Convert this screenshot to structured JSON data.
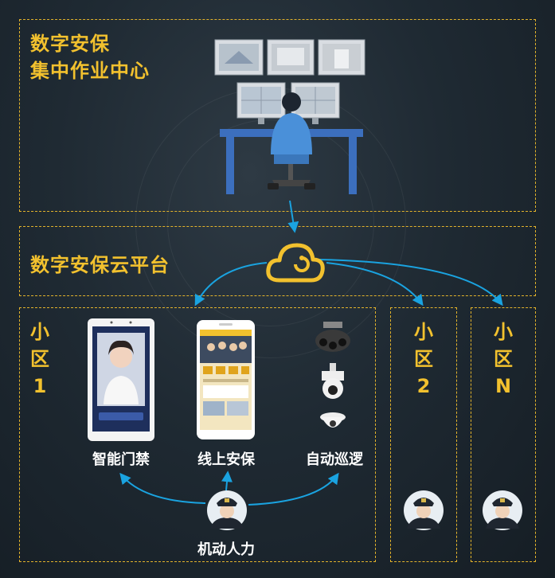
{
  "center": {
    "title_line1": "数字安保",
    "title_line2": "集中作业中心"
  },
  "cloud": {
    "title": "数字安保云平台"
  },
  "zones": [
    {
      "name_chars": [
        "小",
        "区",
        "1"
      ]
    },
    {
      "name_chars": [
        "小",
        "区",
        "2"
      ]
    },
    {
      "name_chars": [
        "小",
        "区",
        "N"
      ]
    }
  ],
  "devices": {
    "access": "智能门禁",
    "online": "线上安保",
    "patrol": "自动巡逻",
    "mobile": "机动人力"
  },
  "colors": {
    "accent": "#f2c12e",
    "arrow": "#1aa3e0",
    "border": "#e3b32b"
  }
}
